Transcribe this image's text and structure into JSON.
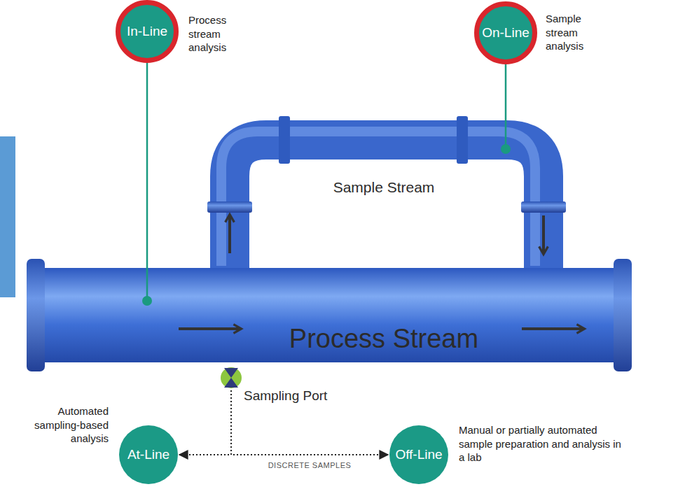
{
  "diagram": {
    "nodes": [
      {
        "text": [
          "In-Line",
          "Process stream analysis"
        ]
      },
      {
        "text": [
          "On-Line",
          "Sample stream analysis"
        ]
      },
      {
        "text": [
          "Sample Stream"
        ]
      },
      {
        "text": [
          "Process Stream"
        ]
      },
      {
        "text": [
          "Sampling Port"
        ]
      },
      {
        "text": [
          "At-Line",
          "Automated sampling-based analysis"
        ]
      },
      {
        "text": [
          "Off-Line",
          "Manual or partially automated sample preparation and analysis in a lab"
        ]
      }
    ],
    "edges": [
      {
        "from": 0,
        "to": 3,
        "arrow": "none"
      },
      {
        "from": 1,
        "to": 2,
        "arrow": "none"
      },
      {
        "from": 4,
        "to": 5,
        "arrow": "to"
      },
      {
        "from": 4,
        "to": 6,
        "label": "DISCRETE SAMPLES",
        "arrow": "to"
      }
    ]
  }
}
